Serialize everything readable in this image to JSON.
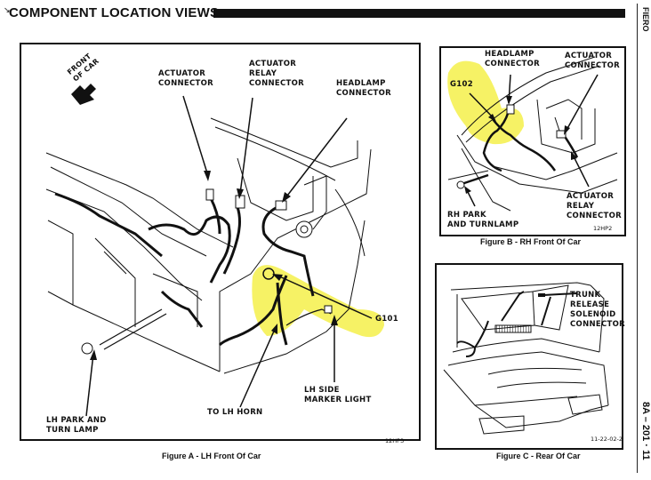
{
  "header": {
    "title": "COMPONENT LOCATION VIEWS"
  },
  "side_margin": {
    "model": "FIERO",
    "page_number": "8A – 201 · 11"
  },
  "highlight_color": "#f5f04a",
  "figure_a": {
    "caption": "Figure A - LH Front Of Car",
    "code": "12HP3",
    "direction_indicator": "FRONT\nOF CAR",
    "labels": {
      "actuator_connector": "ACTUATOR\nCONNECTOR",
      "actuator_relay_connector": "ACTUATOR\nRELAY\nCONNECTOR",
      "headlamp_connector": "HEADLAMP\nCONNECTOR",
      "g101": "G101",
      "lh_side_marker_light": "LH SIDE\nMARKER LIGHT",
      "to_lh_horn": "TO LH HORN",
      "lh_park_and_turn_lamp": "LH PARK AND\nTURN LAMP"
    }
  },
  "figure_b": {
    "caption": "Figure B - RH Front Of Car",
    "code": "12HP2",
    "labels": {
      "headlamp_connector": "HEADLAMP\nCONNECTOR",
      "actuator_connector": "ACTUATOR\nCONNECTOR",
      "g102": "G102",
      "actuator_relay_connector": "ACTUATOR\nRELAY\nCONNECTOR",
      "rh_park_and_turnlamp": "RH PARK\nAND TURNLAMP"
    }
  },
  "figure_c": {
    "caption": "Figure C - Rear Of Car",
    "code": "11-22-02-2",
    "labels": {
      "trunk_release_solenoid_connector": "TRUNK\nRELEASE\nSOLENOID\nCONNECTOR"
    }
  }
}
